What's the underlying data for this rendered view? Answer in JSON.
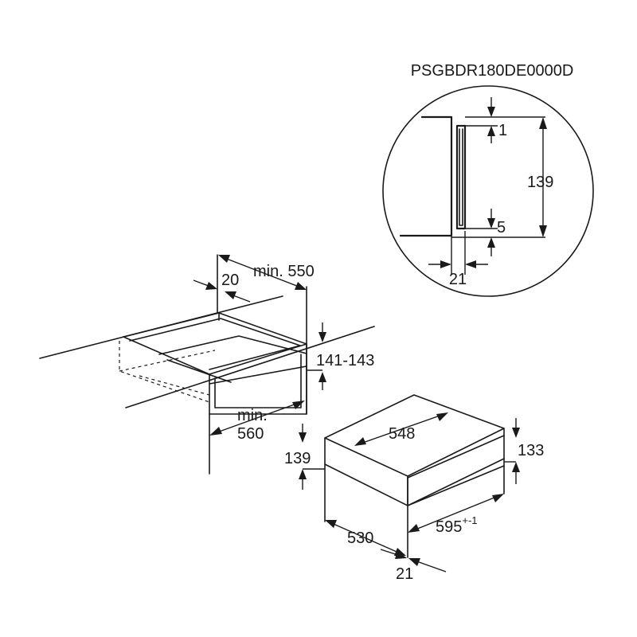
{
  "model_code": "PSGBDR180DE0000D",
  "detail": {
    "gap_top": "1",
    "height": "139",
    "gap_bottom": "5",
    "panel_thickness": "21"
  },
  "niche": {
    "depth": "min. 550",
    "front_setback": "20",
    "height": "141-143",
    "width_label_line1": "min.",
    "width_label_line2": "560"
  },
  "appliance": {
    "depth": "548",
    "body_height": "133",
    "front_height": "139",
    "body_depth": "530",
    "width": "595",
    "width_tolerance": "+-1",
    "front_thickness": "21"
  }
}
